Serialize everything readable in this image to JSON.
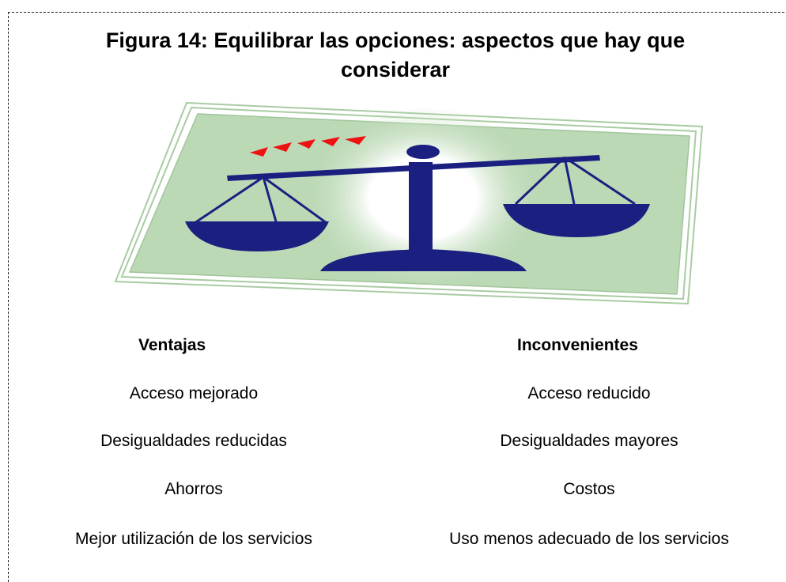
{
  "figure": {
    "title": "Figura 14:  Equilibrar las opciones:  aspectos que hay que considerar",
    "icon": "balance-scale-icon"
  },
  "columns": {
    "left": {
      "heading": "Ventajas",
      "items": [
        "Acceso mejorado",
        "Desigualdades reducidas",
        "Ahorros",
        "Mejor utilización de los servicios"
      ]
    },
    "right": {
      "heading": "Inconvenientes",
      "items": [
        "Acceso reducido",
        "Desigualdades mayores",
        "Costos",
        "Uso menos adecuado de los servicios"
      ]
    }
  },
  "colors": {
    "scale": "#1b2080",
    "mat": "#b9d7b4",
    "arrows": "#ee1111"
  }
}
